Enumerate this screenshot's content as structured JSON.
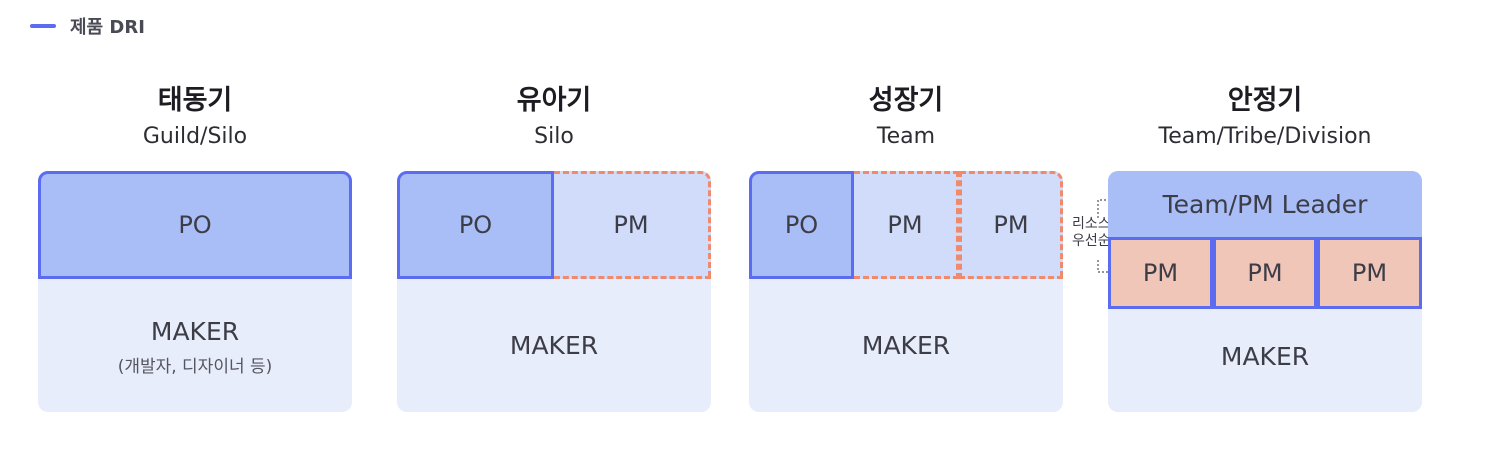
{
  "legend": {
    "label": "제품 DRI",
    "color": "#5b6cf0"
  },
  "stages": [
    {
      "title": "태동기",
      "subtitle": "Guild/Silo",
      "po": "PO",
      "maker": "MAKER",
      "maker_sub": "(개발자, 디자이너 등)"
    },
    {
      "title": "유아기",
      "subtitle": "Silo",
      "po": "PO",
      "pm": "PM",
      "maker": "MAKER"
    },
    {
      "title": "성장기",
      "subtitle": "Team",
      "po": "PO",
      "pm1": "PM",
      "pm2": "PM",
      "maker": "MAKER"
    },
    {
      "title": "안정기",
      "subtitle": "Team/Tribe/Division",
      "leader": "Team/PM Leader",
      "pm1": "PM",
      "pm2": "PM",
      "pm3": "PM",
      "maker": "MAKER"
    }
  ],
  "note": {
    "line1": "리소스",
    "line2": "우선순위"
  },
  "colors": {
    "po_fill": "#a9bdf6",
    "po_border": "#5b6cf0",
    "pm_fill": "#d0dcfa",
    "pm_dash": "#f08a6c",
    "pm_solid_fill": "#f0c6b9",
    "card": "#e8edfb"
  }
}
